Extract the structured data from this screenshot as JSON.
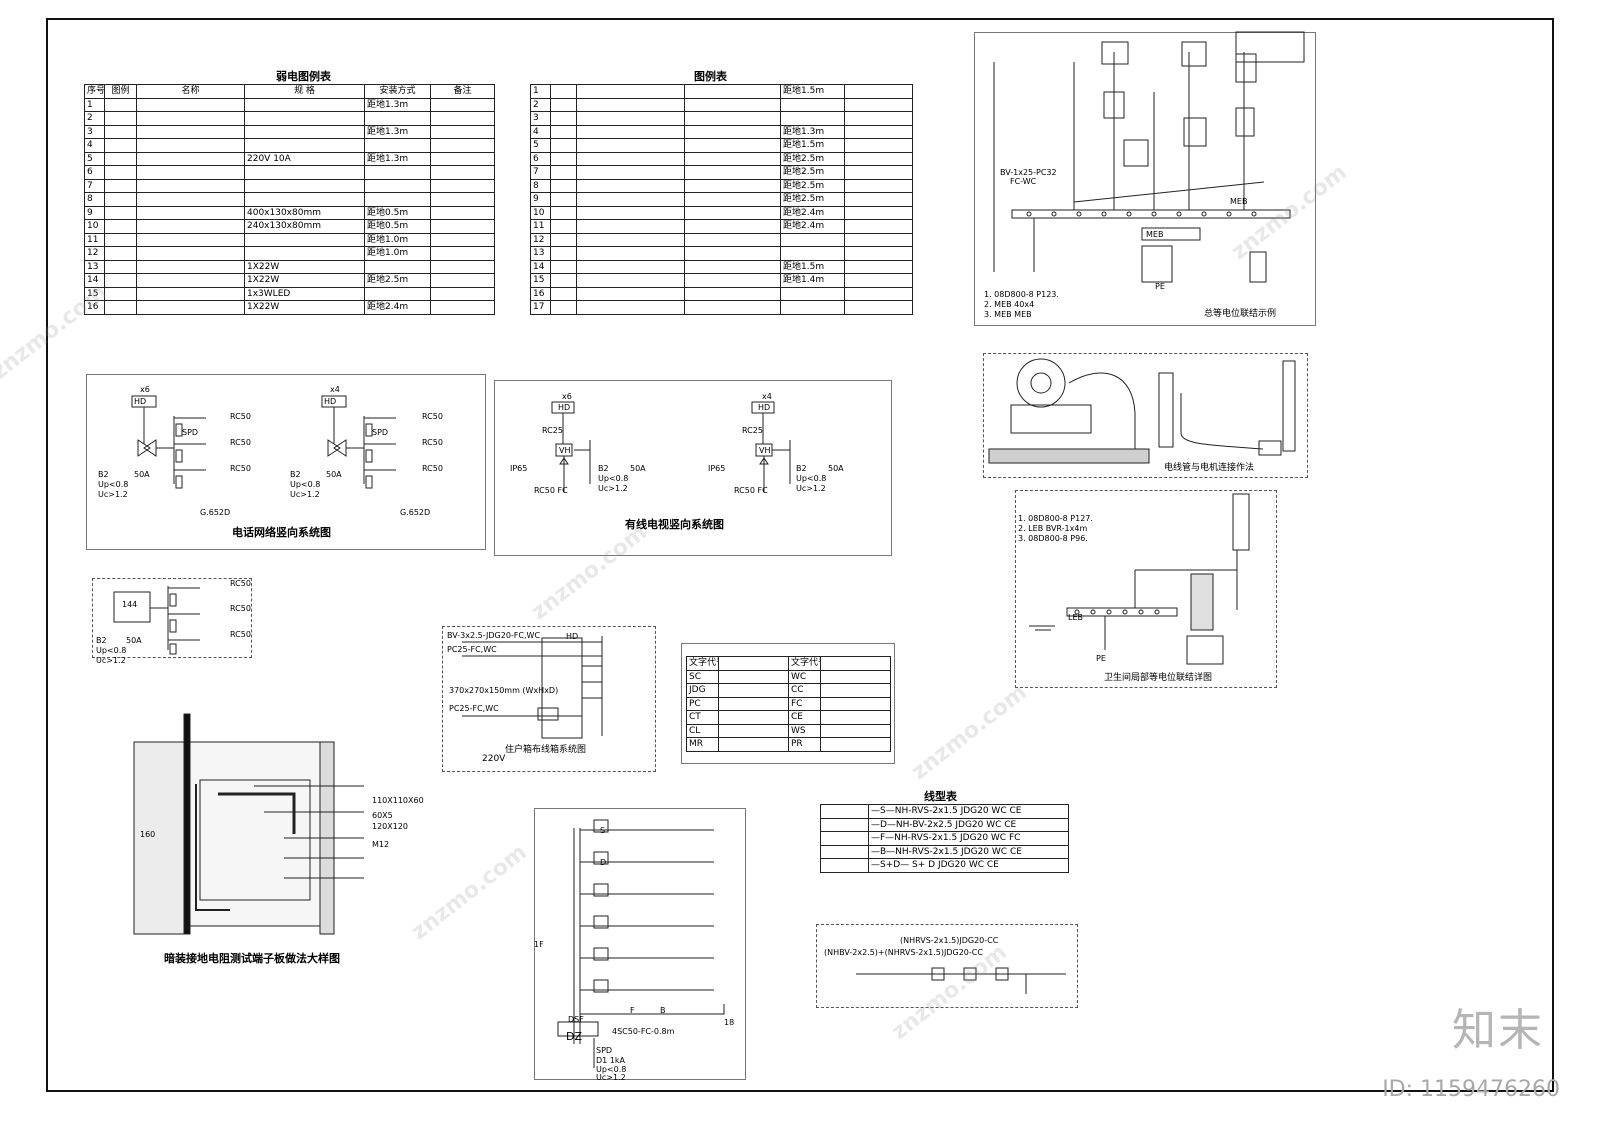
{
  "drawing": {
    "title_weak_legend": "弱电图例表",
    "title_legend": "图例表",
    "weak_legend_headers": [
      "序号",
      "图例",
      "名称",
      "规  格",
      "安装方式",
      "备注"
    ],
    "weak_legend_rows": [
      [
        "1",
        "",
        "",
        "",
        "距地1.3m",
        ""
      ],
      [
        "2",
        "",
        "",
        "",
        "",
        ""
      ],
      [
        "3",
        "",
        "",
        "",
        "距地1.3m",
        ""
      ],
      [
        "4",
        "",
        "",
        "",
        "",
        ""
      ],
      [
        "5",
        "",
        "",
        "220V 10A",
        "距地1.3m",
        ""
      ],
      [
        "6",
        "",
        "",
        "",
        "",
        ""
      ],
      [
        "7",
        "",
        "",
        "",
        "",
        ""
      ],
      [
        "8",
        "",
        "",
        "",
        "",
        ""
      ],
      [
        "9",
        "",
        "",
        "400x130x80mm",
        "距地0.5m",
        ""
      ],
      [
        "10",
        "",
        "",
        "240x130x80mm",
        "距地0.5m",
        ""
      ],
      [
        "11",
        "",
        "",
        "",
        "距地1.0m",
        ""
      ],
      [
        "12",
        "",
        "",
        "",
        "距地1.0m",
        ""
      ],
      [
        "13",
        "",
        "",
        "1X22W",
        "",
        ""
      ],
      [
        "14",
        "",
        "",
        "1X22W",
        "距地2.5m",
        ""
      ],
      [
        "15",
        "",
        "",
        "1x3WLED",
        "",
        ""
      ],
      [
        "16",
        "",
        "",
        "1X22W",
        "距地2.4m",
        ""
      ]
    ],
    "legend_rows": [
      [
        "1",
        "",
        "",
        "",
        "距地1.5m",
        ""
      ],
      [
        "2",
        "",
        "",
        "",
        "",
        ""
      ],
      [
        "3",
        "",
        "",
        "",
        "",
        ""
      ],
      [
        "4",
        "",
        "",
        "",
        "距地1.3m",
        ""
      ],
      [
        "5",
        "",
        "",
        "",
        "距地1.5m",
        ""
      ],
      [
        "6",
        "",
        "",
        "",
        "距地2.5m",
        ""
      ],
      [
        "7",
        "",
        "",
        "",
        "距地2.5m",
        ""
      ],
      [
        "8",
        "",
        "",
        "",
        "距地2.5m",
        ""
      ],
      [
        "9",
        "",
        "",
        "",
        "距地2.5m",
        ""
      ],
      [
        "10",
        "",
        "",
        "",
        "距地2.4m",
        ""
      ],
      [
        "11",
        "",
        "",
        "",
        "距地2.4m",
        ""
      ],
      [
        "12",
        "",
        "",
        "",
        "",
        ""
      ],
      [
        "13",
        "",
        "",
        "",
        "",
        ""
      ],
      [
        "14",
        "",
        "",
        "",
        "距地1.5m",
        ""
      ],
      [
        "15",
        "",
        "",
        "",
        "距地1.4m",
        ""
      ],
      [
        "16",
        "",
        "",
        "",
        "",
        ""
      ],
      [
        "17",
        "",
        "",
        "",
        "",
        ""
      ]
    ],
    "phone": {
      "title": "电话网络竖向系统图",
      "hd": "HD",
      "mult_a": "x6",
      "mult_b": "x4",
      "rc": [
        "RC50",
        "RC50",
        "RC50"
      ],
      "spd": "SPD",
      "b2": "B2",
      "amp": "50A",
      "up": "Up<0.8",
      "uc": "Uc>1.2",
      "note_code": "G.652D",
      "side_box": "144"
    },
    "catv": {
      "title": "有线电视竖向系统图",
      "hd": "HD",
      "vh": "VH",
      "ip": "IP65",
      "rc25": "RC25",
      "rc50": "RC50 FC",
      "mult_a": "x6",
      "mult_b": "x4",
      "b2": "B2",
      "amp": "50A",
      "up": "Up<0.8",
      "uc": "Uc>1.2"
    },
    "household": {
      "title": "住户箱布线箱系统图",
      "line1": "BV-3x2.5-JDG20-FC,WC",
      "line2": "PC25-FC,WC",
      "hd": "HD",
      "size": "370x270x150mm (WxHxD)",
      "line3": "PC25-FC,WC",
      "voltage": "220V"
    },
    "conduit": {
      "headers": [
        "文字代号",
        "",
        "文字代号",
        ""
      ],
      "rows": [
        [
          "SC",
          "",
          "WC",
          ""
        ],
        [
          "JDG",
          "",
          "CC",
          ""
        ],
        [
          "PC",
          "",
          "FC",
          ""
        ],
        [
          "CT",
          "",
          "CE",
          ""
        ],
        [
          "CL",
          "",
          "WS",
          ""
        ],
        [
          "MR",
          "",
          "PR",
          ""
        ]
      ]
    },
    "equip": {
      "title": "总等电位联结示例",
      "bv": "BV-1x25-PC32",
      "fc": "FC-WC",
      "meb1": "MEB",
      "meb2": "MEB",
      "pe": "PE",
      "notes": [
        "1. 08D800-8 P123.",
        "2. MEB 40x4",
        "3. MEB MEB"
      ]
    },
    "motor": {
      "title": "电线管与电机连接作法"
    },
    "bath": {
      "title": "卫生间局部等电位联结详图",
      "notes": [
        "1. 08D800-8 P127.",
        "2. LEB BVR-1x4m",
        "3. 08D800-8 P96."
      ],
      "leb": "LEB",
      "pe": "PE"
    },
    "ground": {
      "title": "暗装接地电阻测试端子板做法大样图",
      "box1": "110X110X60",
      "bar": "60X5",
      "box2": "120X120",
      "bolt": "M12",
      "dim": "160"
    },
    "fire": {
      "floor": "1F",
      "dsf": "DSF",
      "dz": "DZ",
      "cable": "4SC50-FC-0.8m",
      "spd": "SPD",
      "kA": "D1 1kA",
      "up": "Up<0.8",
      "uc": "Uc>1.2",
      "num": "18",
      "marks": [
        "S",
        "D",
        "F",
        "B"
      ]
    },
    "linetype": {
      "title": "线型表",
      "rows": [
        "—S—NH-RVS-2x1.5 JDG20 WC CE",
        "—D—NH-BV-2x2.5 JDG20 WC CE",
        "—F—NH-RVS-2x1.5 JDG20 WC FC",
        "—B—NH-RVS-2x1.5 JDG20 WC CE",
        "—S+D— S+ D JDG20 WC CE"
      ]
    },
    "gas": {
      "line1": "(NHRVS-2x1.5)JDG20-CC",
      "line2": "(NHBV-2x2.5)+(NHRVS-2x1.5)JDG20-CC"
    },
    "watermark": {
      "logo": "知末",
      "id": "ID: 1159476260",
      "text": "znzmo.com"
    }
  }
}
